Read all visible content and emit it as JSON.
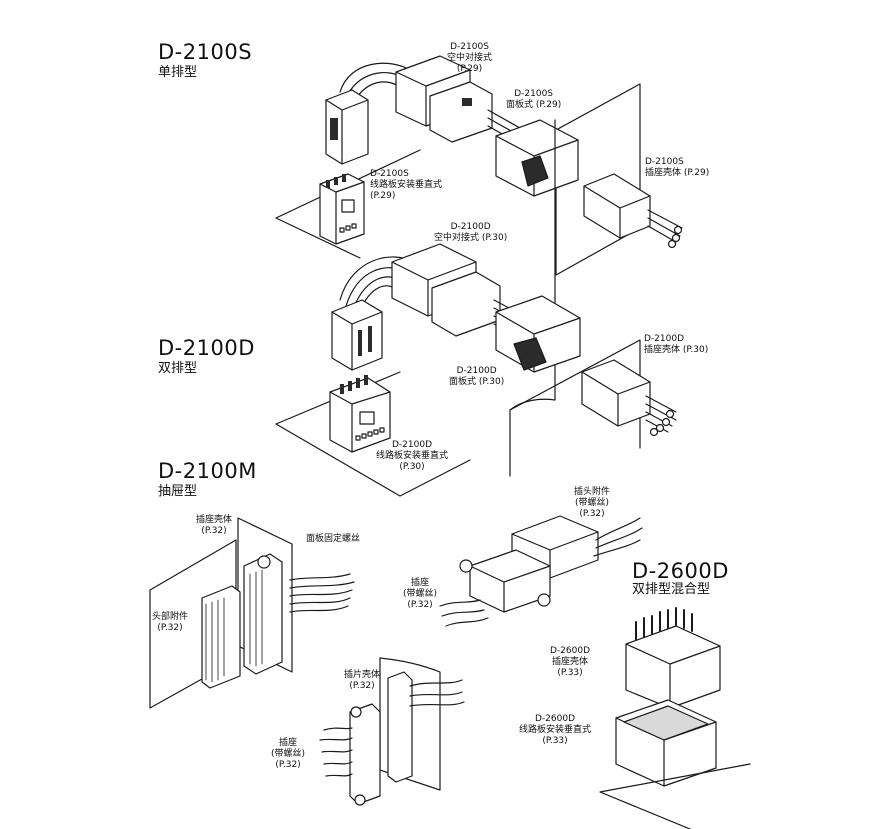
{
  "series": [
    {
      "id": "d2100s",
      "model": "D-2100S",
      "type": "单排型"
    },
    {
      "id": "d2100d",
      "model": "D-2100D",
      "type": "双排型"
    },
    {
      "id": "d2100m",
      "model": "D-2100M",
      "type": "抽屉型"
    },
    {
      "id": "d2600d",
      "model": "D-2600D",
      "type": "双排型混合型"
    }
  ],
  "callouts": {
    "s_cable": {
      "line1": "D-2100S",
      "line2": "空中对接式",
      "line3": "(P.29)"
    },
    "s_panel": {
      "line1": "D-2100S",
      "line2": "面板式 (P.29)"
    },
    "s_pcb": {
      "line1": "D-2100S",
      "line2": "线路板安装垂直式",
      "line3": "(P.29)"
    },
    "s_housing": {
      "line1": "D-2100S",
      "line2": "插座壳体 (P.29)"
    },
    "d_cable": {
      "line1": "D-2100D",
      "line2": "空中对接式 (P.30)"
    },
    "d_housing": {
      "line1": "D-2100D",
      "line2": "插座壳体 (P.30)"
    },
    "d_panel": {
      "line1": "D-2100D",
      "line2": "面板式 (P.30)"
    },
    "d_pcb": {
      "line1": "D-2100D",
      "line2": "线路板安装垂直式",
      "line3": "(P.30)"
    },
    "m_rec_housing": {
      "line1": "插座壳体",
      "line2": "(P.32)"
    },
    "m_panel_screw": {
      "line1": "面板固定螺丝"
    },
    "m_header": {
      "line1": "头部附件",
      "line2": "(P.32)"
    },
    "m_plug_shell": {
      "line1": "插片壳体",
      "line2": "(P.32)"
    },
    "m_rec_screw": {
      "line1": "插座",
      "line2": "(带螺丝)",
      "line3": "(P.32)"
    },
    "h_plug": {
      "line1": "插头附件",
      "line2": "(带螺丝)",
      "line3": "(P.32)"
    },
    "h_rec": {
      "line1": "插座",
      "line2": "(带螺丝)",
      "line3": "(P.32)"
    },
    "h_housing": {
      "line1": "D-2600D",
      "line2": "插座壳体",
      "line3": "(P.33)"
    },
    "h_pcb": {
      "line1": "D-2600D",
      "line2": "线路板安装垂直式",
      "line3": "(P.33)"
    }
  },
  "colors": {
    "line": "#1a1a1a",
    "fill": "#ffffff",
    "shade": "#d9d9d9",
    "dark": "#2b2b2b"
  }
}
